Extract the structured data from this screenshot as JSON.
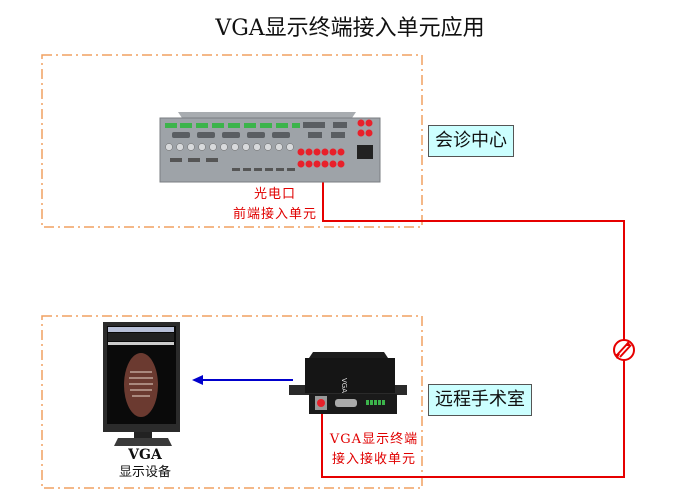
{
  "title": "VGA显示终端接入单元应用",
  "zones": [
    {
      "id": "consultation-center",
      "label": "会诊中心"
    },
    {
      "id": "remote-operating-room",
      "label": "远程手术室"
    }
  ],
  "devices": {
    "front_unit": {
      "label_line1": "光电口",
      "label_line2": "前端接入单元"
    },
    "receiver_unit": {
      "label_line1": "VGA显示终端",
      "label_line2": "接入接收单元",
      "device_marking": "VGA"
    },
    "display": {
      "label_line1": "VGA",
      "label_line2": "显示设备"
    }
  },
  "links": [
    {
      "from": "front_unit",
      "to": "receiver_unit",
      "type": "fiber",
      "color": "#e60000",
      "icon": "fiber-link-icon"
    },
    {
      "from": "receiver_unit",
      "to": "display",
      "type": "vga",
      "color": "#0000cc"
    }
  ],
  "colors": {
    "zone_border": "#f0a060",
    "zone_label_bg": "#ccffff",
    "fiber": "#e60000",
    "vga": "#0000cc"
  }
}
